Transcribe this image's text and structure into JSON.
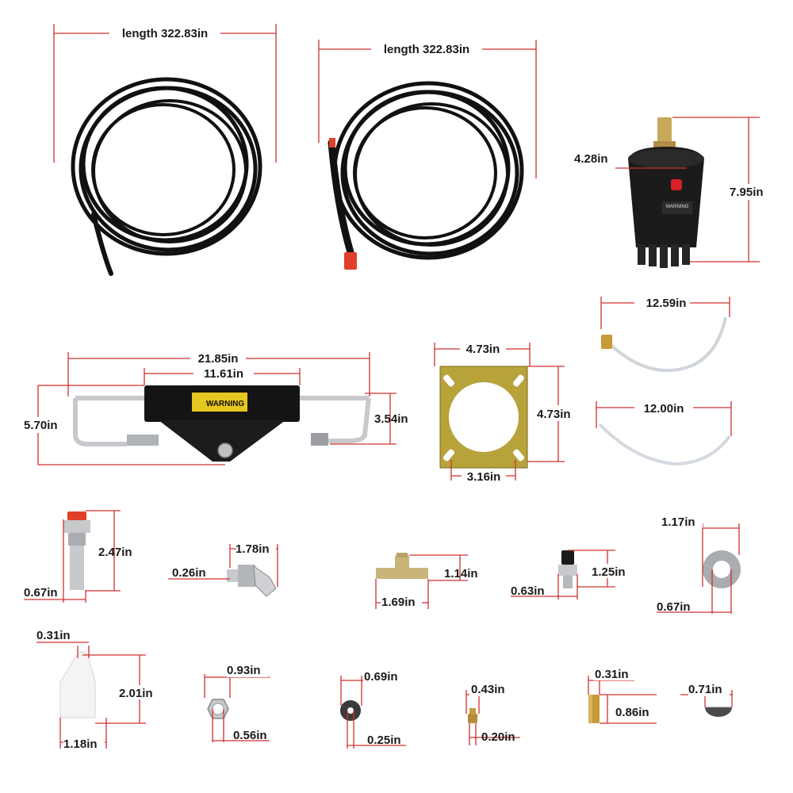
{
  "labels": {
    "hose1_length": "length 322.83in",
    "hose2_length": "length 322.83in",
    "pump_width": "4.28in",
    "pump_height": "7.95in",
    "tube1": "12.59in",
    "tube2": "12.00in",
    "cyl_overall": "21.85in",
    "cyl_body": "11.61in",
    "cyl_height": "5.70in",
    "cyl_mount": "3.54in",
    "plate_top": "4.73in",
    "plate_side": "4.73in",
    "plate_bottom": "3.16in",
    "fitting_height": "2.47in",
    "fitting_width": "0.67in",
    "elbow_length": "1.78in",
    "elbow_thread": "0.26in",
    "tee_height": "1.14in",
    "tee_width": "1.69in",
    "valve_height": "1.25in",
    "valve_width": "0.63in",
    "washer_outer": "1.17in",
    "washer_inner": "0.67in",
    "cap_top": "0.31in",
    "cap_height": "2.01in",
    "cap_width": "1.18in",
    "nut_outer": "0.93in",
    "nut_inner": "0.56in",
    "oring_outer": "0.69in",
    "oring_inner": "0.25in",
    "small_outer": "0.43in",
    "small_inner": "0.20in",
    "spacer_width": "0.31in",
    "spacer_height": "0.86in",
    "half_washer": "0.71in"
  },
  "warning_text": "WARNING",
  "pump_warning_text": "WARNING",
  "colors": {
    "dimension_line": "#d03030",
    "hose": "#111111",
    "fitting_red": "#e0402a",
    "plate_gold": "#b8a23a",
    "chrome": "#c7c9cc"
  }
}
